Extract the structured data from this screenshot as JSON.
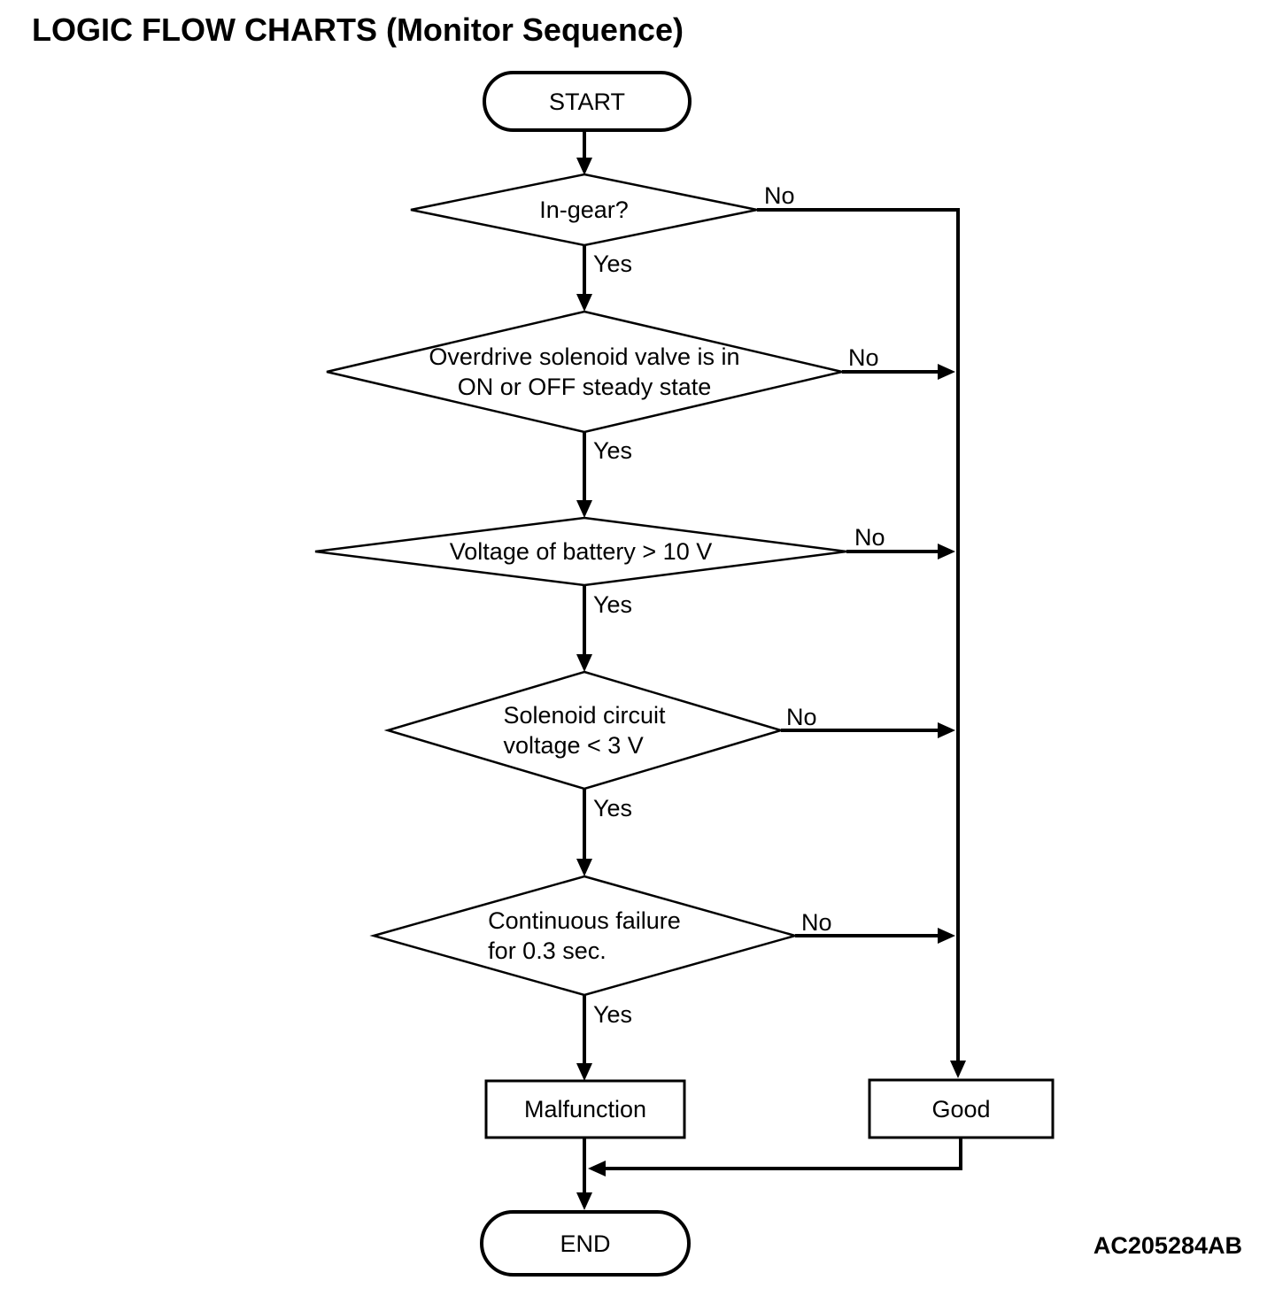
{
  "title": "LOGIC FLOW CHARTS (Monitor Sequence)",
  "figure_code": "AC205284AB",
  "flowchart": {
    "start_label": "START",
    "end_label": "END",
    "edge_labels": {
      "yes": "Yes",
      "no": "No"
    },
    "decisions": [
      {
        "lines": [
          "In-gear?"
        ]
      },
      {
        "lines": [
          "Overdrive solenoid valve is in",
          "ON or OFF steady state"
        ]
      },
      {
        "lines": [
          "Voltage of battery > 10 V"
        ]
      },
      {
        "lines": [
          "Solenoid circuit",
          "voltage < 3 V"
        ]
      },
      {
        "lines": [
          "Continuous failure",
          "for 0.3 sec."
        ]
      }
    ],
    "outcomes": {
      "malfunction": "Malfunction",
      "good": "Good"
    }
  },
  "colors": {
    "line": "#000000",
    "background": "#ffffff"
  }
}
